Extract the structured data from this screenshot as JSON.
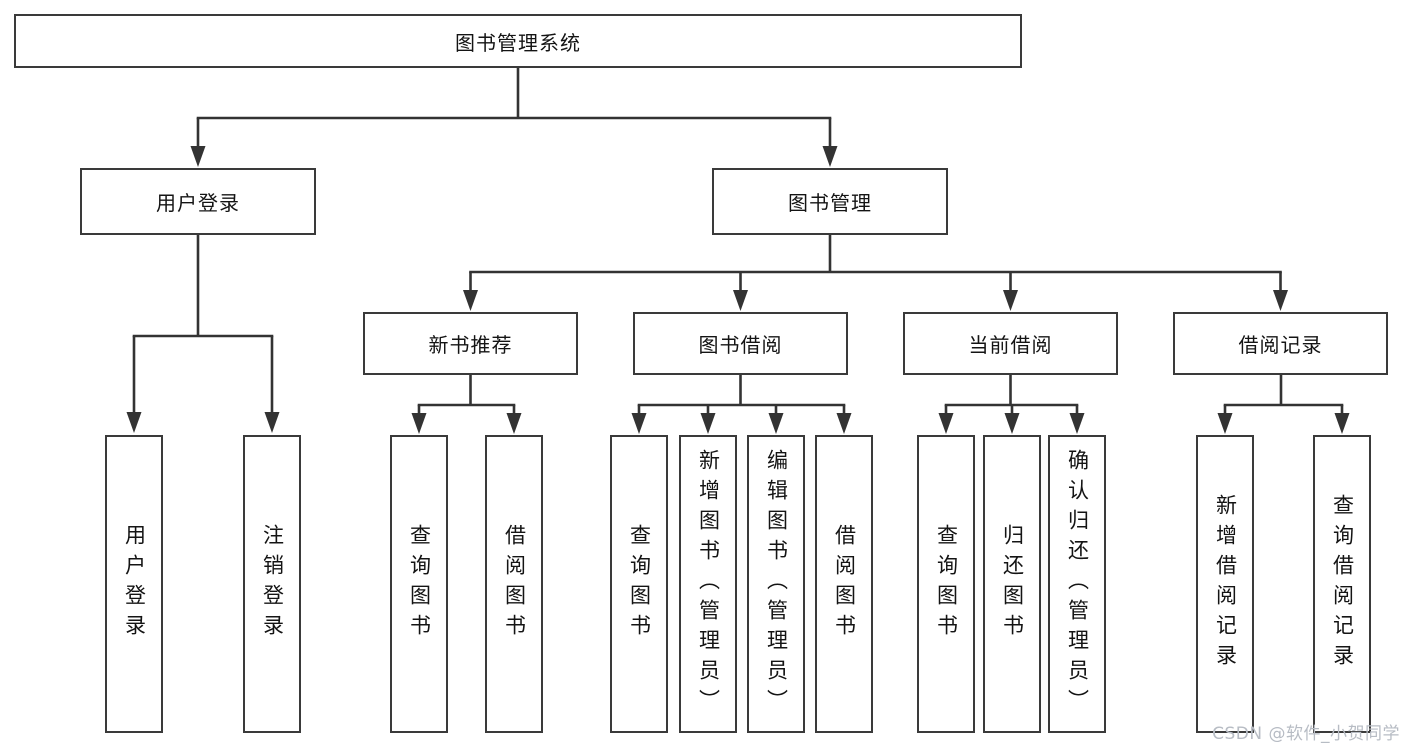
{
  "diagram": {
    "watermark": "CSDN @软件_小贺同学",
    "colors": {
      "line": "#333333",
      "box_border": "#3a3a3a",
      "box_background": "#ffffff",
      "text": "#141414",
      "watermark": "#b7bcc4"
    },
    "nodes": [
      {
        "id": "root",
        "label": "图书管理系统",
        "parent": null
      },
      {
        "id": "user-login",
        "label": "用户登录",
        "parent": "root"
      },
      {
        "id": "book-mgmt",
        "label": "图书管理",
        "parent": "root"
      },
      {
        "id": "new-book-rec",
        "label": "新书推荐",
        "parent": "book-mgmt"
      },
      {
        "id": "book-borrow",
        "label": "图书借阅",
        "parent": "book-mgmt"
      },
      {
        "id": "current-borrow",
        "label": "当前借阅",
        "parent": "book-mgmt"
      },
      {
        "id": "borrow-records",
        "label": "借阅记录",
        "parent": "book-mgmt"
      },
      {
        "id": "leaf-user-login",
        "label": "用户登录",
        "parent": "user-login"
      },
      {
        "id": "leaf-logout",
        "label": "注销登录",
        "parent": "user-login"
      },
      {
        "id": "leaf-query-book-1",
        "label": "查询图书",
        "parent": "new-book-rec"
      },
      {
        "id": "leaf-borrow-book-1",
        "label": "借阅图书",
        "parent": "new-book-rec"
      },
      {
        "id": "leaf-query-book-2",
        "label": "查询图书",
        "parent": "book-borrow"
      },
      {
        "id": "leaf-add-book",
        "label": "新增图书（管理员）",
        "parent": "book-borrow"
      },
      {
        "id": "leaf-edit-book",
        "label": "编辑图书（管理员）",
        "parent": "book-borrow"
      },
      {
        "id": "leaf-borrow-book-2",
        "label": "借阅图书",
        "parent": "book-borrow"
      },
      {
        "id": "leaf-query-book-3",
        "label": "查询图书",
        "parent": "current-borrow"
      },
      {
        "id": "leaf-return-book",
        "label": "归还图书",
        "parent": "current-borrow"
      },
      {
        "id": "leaf-confirm-return",
        "label": "确认归还（管理员）",
        "parent": "current-borrow"
      },
      {
        "id": "leaf-add-borrow-record",
        "label": "新增借阅记录",
        "parent": "borrow-records"
      },
      {
        "id": "leaf-query-borrow-record",
        "label": "查询借阅记录",
        "parent": "borrow-records"
      }
    ]
  }
}
